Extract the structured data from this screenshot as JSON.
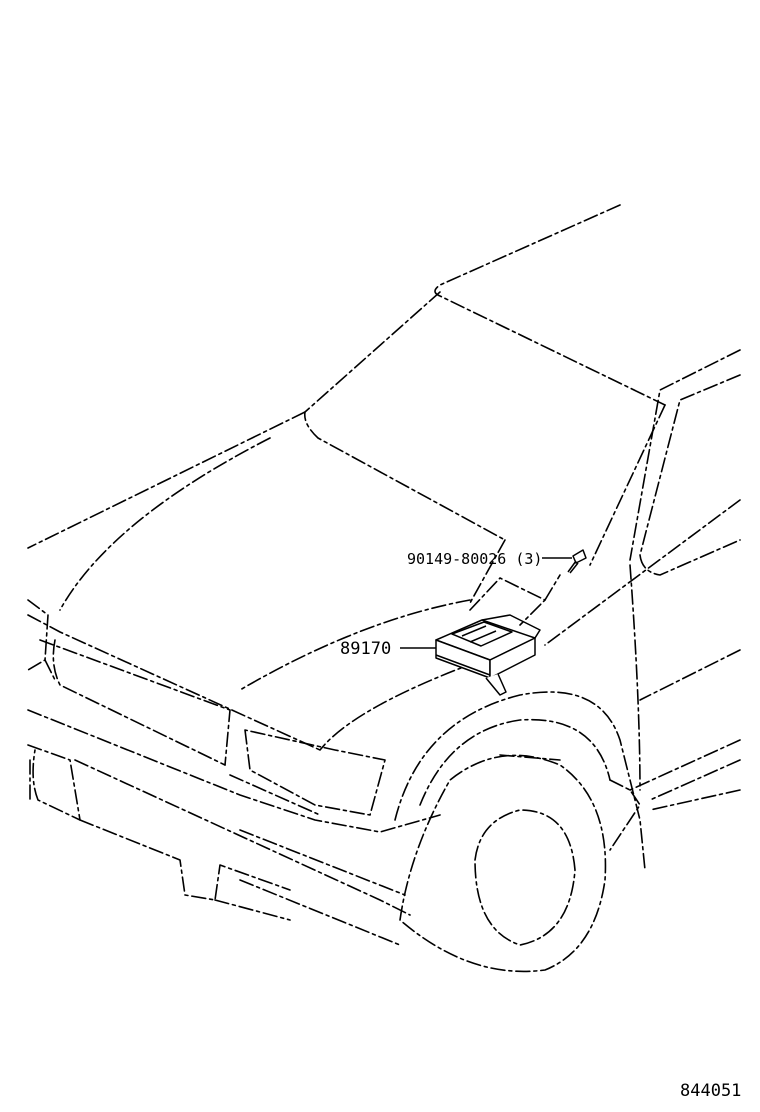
{
  "labels": {
    "bolt_part": "90149-80026 (3)",
    "module_part": "89170",
    "diagram_id": "844051"
  },
  "colors": {
    "line": "#000000",
    "background": "#ffffff"
  }
}
